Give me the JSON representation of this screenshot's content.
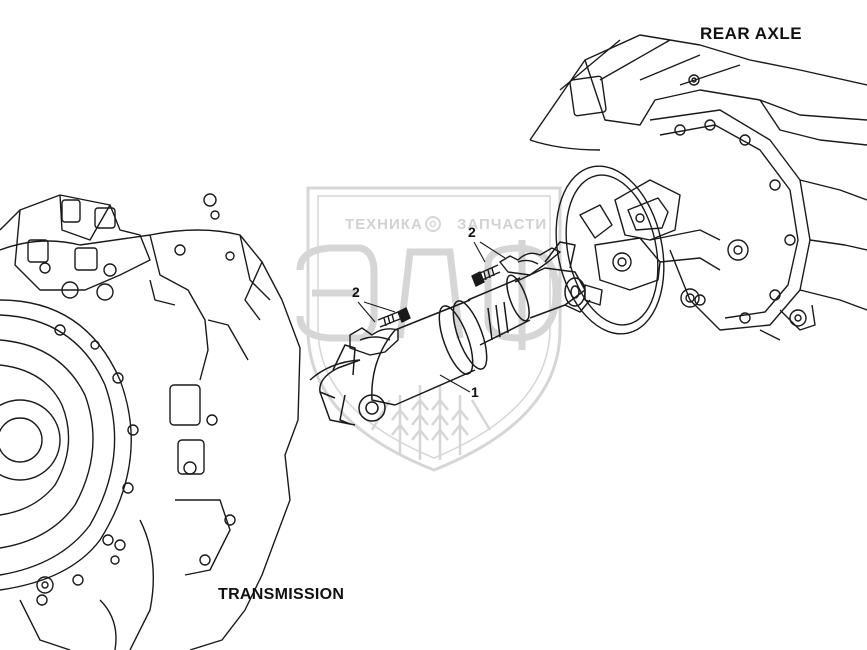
{
  "labels": {
    "rear_axle": "REAR AXLE",
    "transmission": "TRANSMISSION"
  },
  "callouts": {
    "part_1": "1",
    "part_2_upper": "2",
    "part_2_lower": "2"
  },
  "watermark": {
    "left_word": "ТЕХНИКА",
    "right_word": "ЗАПЧАСТИ",
    "logo": "ЭЛФ",
    "gear_icon": "gear-icon",
    "color": "#d4d4d4"
  },
  "colors": {
    "line": "#1a1a1a",
    "background": "#ffffff"
  }
}
